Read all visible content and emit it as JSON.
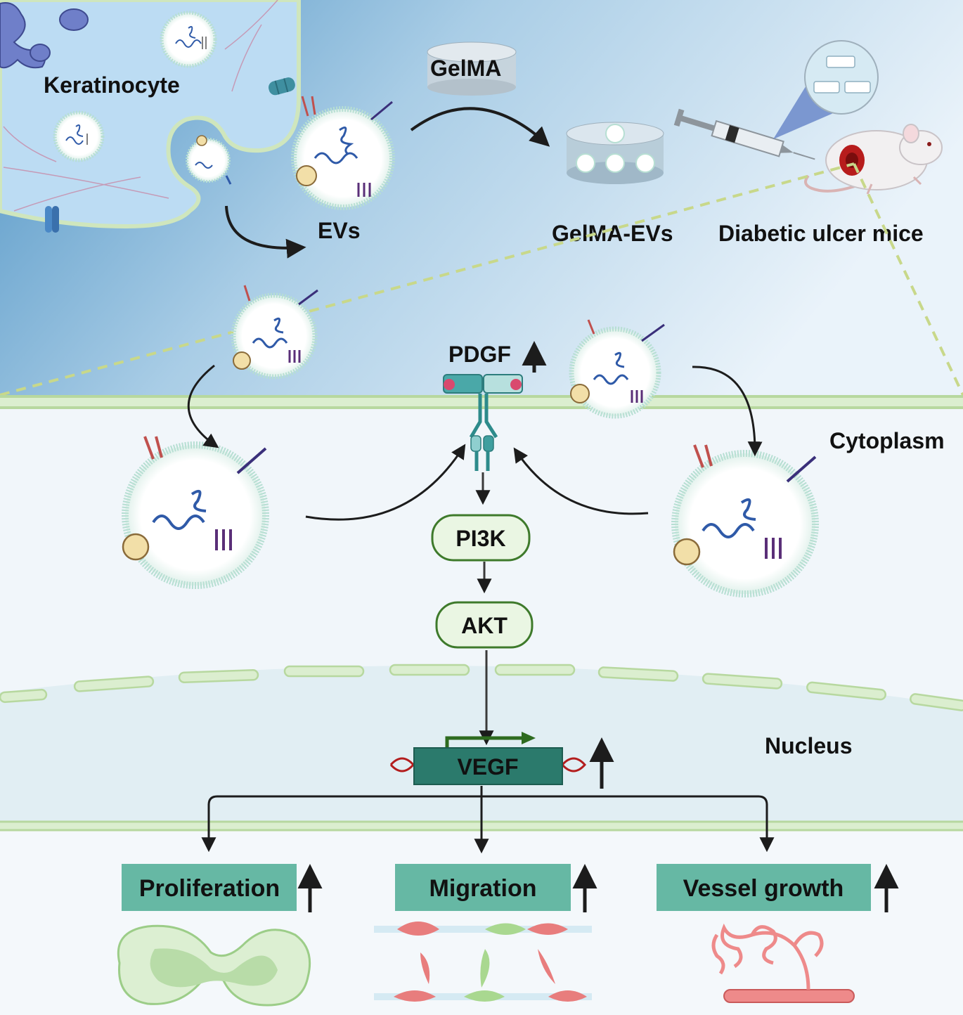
{
  "labels": {
    "keratinocyte": "Keratinocyte",
    "gelma": "GelMA",
    "evs": "EVs",
    "gelma_evs": "GelMA-EVs",
    "diabetic_mice": "Diabetic ulcer mice",
    "pdgf": "PDGF",
    "cytoplasm": "Cytoplasm",
    "pi3k": "PI3K",
    "akt": "AKT",
    "nucleus": "Nucleus",
    "vegf": "VEGF"
  },
  "outcomes": [
    {
      "label": "Proliferation"
    },
    {
      "label": "Migration"
    },
    {
      "label": "Vessel growth"
    }
  ],
  "colors": {
    "extracellular_dark": "#4f93c4",
    "extracellular_light": "#e6f1f9",
    "keratinocyte_fill": "#bcdcf3",
    "cytoplasm": "#f1f6fa",
    "nucleus": "#e3eff4",
    "membrane": "#cfe6bd",
    "pathway_box_fill": "#eaf6e3",
    "pathway_box_stroke": "#3e7a2b",
    "vegf_fill": "#2b7a6c",
    "outcome_fill": "#66b8a4",
    "arrow": "#1c1c1c",
    "dashed_line": "#c8d88a"
  }
}
